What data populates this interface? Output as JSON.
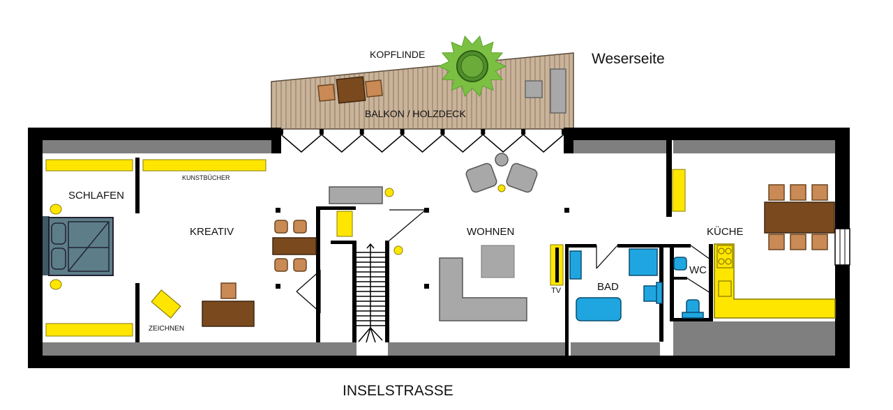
{
  "labels": {
    "orientation": "Weserseite",
    "tree": "KOPFLINDE",
    "balcony": "BALKON / HOLZDECK",
    "street": "INSELSTRASSE",
    "bedroom": "SCHLAFEN",
    "creative": "KREATIV",
    "art_books": "KUNSTBÜCHER",
    "drawing": "ZEICHNEN",
    "living": "WOHNEN",
    "tv": "TV",
    "bath": "BAD",
    "wc": "WC",
    "kitchen": "KÜCHE"
  },
  "colors": {
    "wall": "#000000",
    "window_sill": "#7f7f7f",
    "deck": "#c9b49a",
    "deck_lines": "#8a7560",
    "tree_outer": "#7bc043",
    "tree_inner": "#4f8f2a",
    "wood": "#7a4a1e",
    "chair": "#c98a55",
    "bed": "#5d7e89",
    "sofa": "#a8a8a8",
    "yellow": "#ffe600",
    "sanitary": "#1fa6e0",
    "floor": "#ffffff"
  }
}
